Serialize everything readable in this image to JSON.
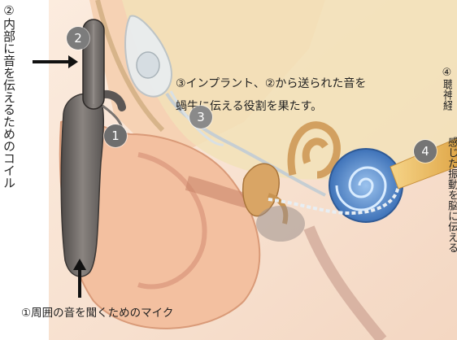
{
  "labels": {
    "coil": "②内部に音を伝えるためのコイル",
    "implant_line1": "③インプラント、②から送られた音を",
    "implant_line2": "蝸牛に伝える役割を果たす。",
    "microphone": "①周囲の音を聞くためのマイク",
    "nerve_partial_top": "④聴神経",
    "nerve_partial_body": "感じた振動を脳に伝える"
  },
  "badges": {
    "one": "1",
    "two": "2",
    "three": "3",
    "four": "4"
  },
  "colors": {
    "skin": "#f3c9a6",
    "device_gray": "#6b6b6b",
    "cochlea_blue": "#5b8fcf",
    "bone_tan": "#d8a86a",
    "nerve_yellow": "#f0c060"
  }
}
